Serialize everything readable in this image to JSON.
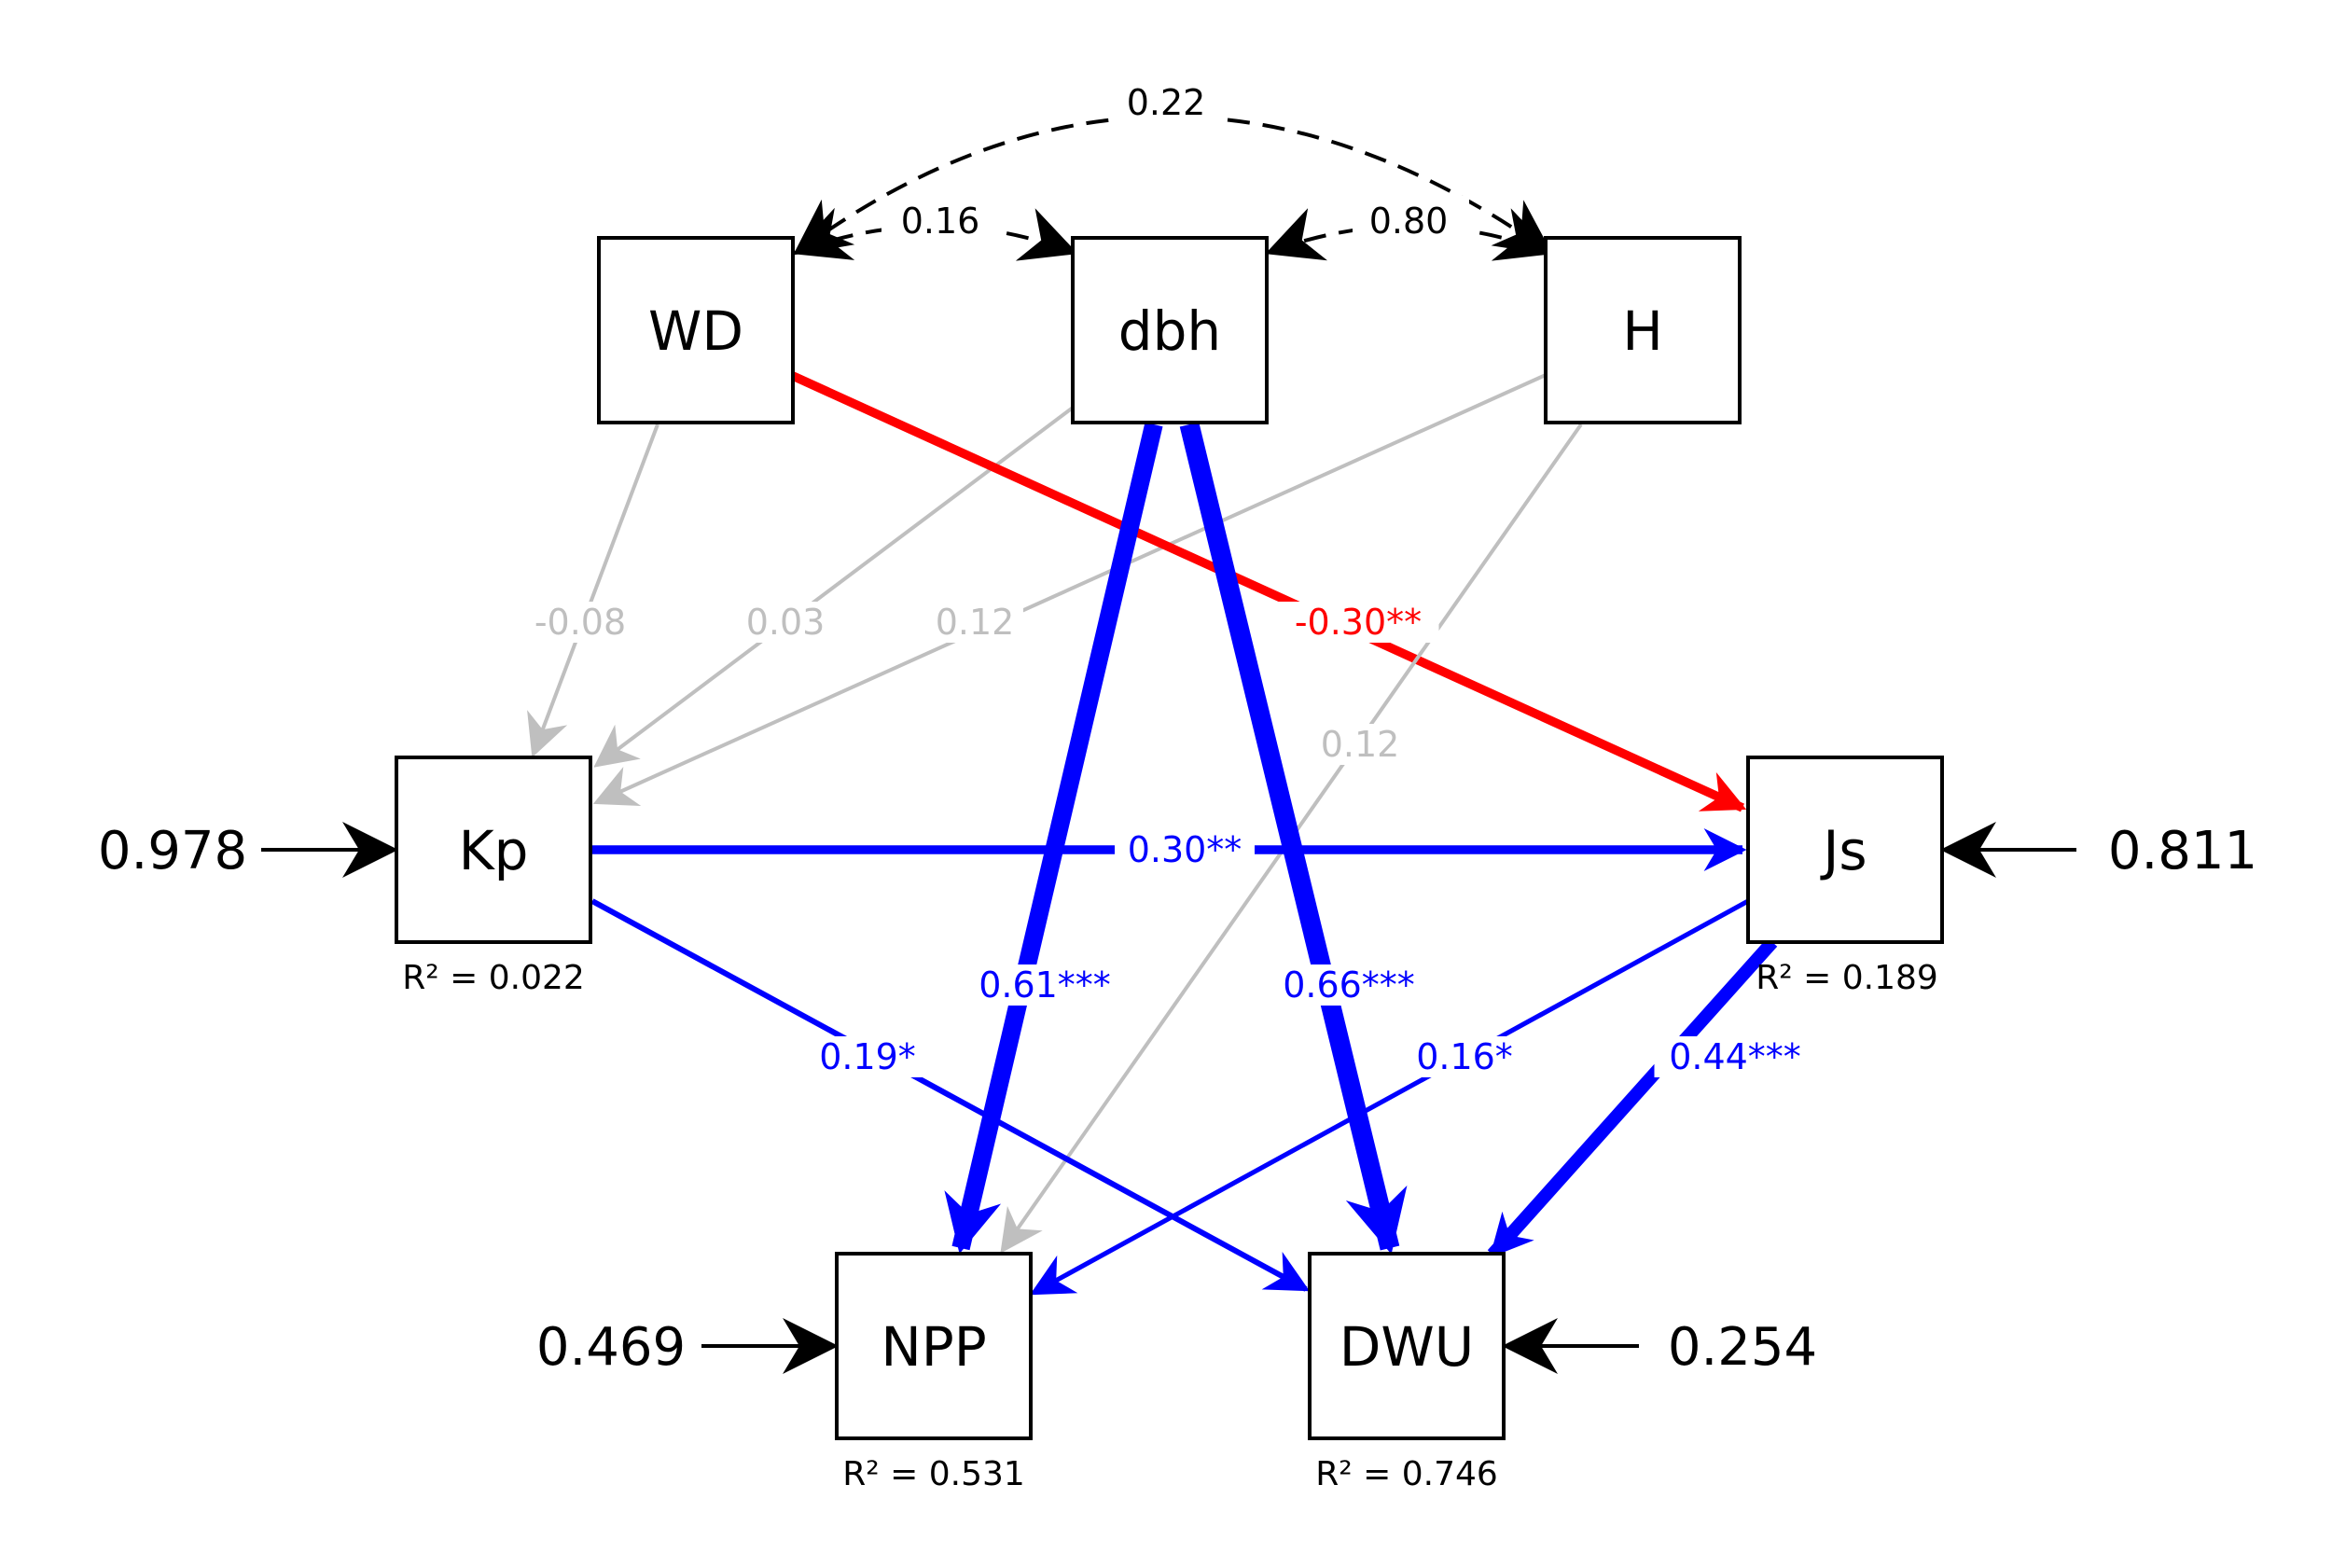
{
  "colors": {
    "positive": "#0000ff",
    "negative": "#ff0000",
    "nonsignificant": "#bfbfbf",
    "covariance": "#000000"
  },
  "nodes": {
    "WD": {
      "label": "WD"
    },
    "dbh": {
      "label": "dbh"
    },
    "H": {
      "label": "H"
    },
    "Kp": {
      "label": "Kp",
      "r2": "R² = 0.022",
      "error": "0.978"
    },
    "Js": {
      "label": "Js",
      "r2": "R² = 0.189",
      "error": "0.811"
    },
    "NPP": {
      "label": "NPP",
      "r2": "R² = 0.531",
      "error": "0.469"
    },
    "DWU": {
      "label": "DWU",
      "r2": "R² = 0.746",
      "error": "0.254"
    }
  },
  "paths": [
    {
      "id": "wd-kp",
      "from": "WD",
      "to": "Kp",
      "coefficient": -0.08,
      "label": "-0.08",
      "significance": "ns"
    },
    {
      "id": "dbh-kp",
      "from": "dbh",
      "to": "Kp",
      "coefficient": 0.03,
      "label": "0.03",
      "significance": "ns"
    },
    {
      "id": "h-kp",
      "from": "H",
      "to": "Kp",
      "coefficient": 0.12,
      "label": "0.12",
      "significance": "ns"
    },
    {
      "id": "wd-js",
      "from": "WD",
      "to": "Js",
      "coefficient": -0.3,
      "label": "-0.30**",
      "significance": "**"
    },
    {
      "id": "h-npp",
      "from": "H",
      "to": "NPP",
      "coefficient": 0.12,
      "label": "0.12",
      "significance": "ns"
    },
    {
      "id": "kp-js",
      "from": "Kp",
      "to": "Js",
      "coefficient": 0.3,
      "label": "0.30**",
      "significance": "**"
    },
    {
      "id": "dbh-npp",
      "from": "dbh",
      "to": "NPP",
      "coefficient": 0.61,
      "label": "0.61***",
      "significance": "***"
    },
    {
      "id": "dbh-dwu",
      "from": "dbh",
      "to": "DWU",
      "coefficient": 0.66,
      "label": "0.66***",
      "significance": "***"
    },
    {
      "id": "kp-dwu",
      "from": "Kp",
      "to": "DWU",
      "coefficient": 0.19,
      "label": "0.19*",
      "significance": "*"
    },
    {
      "id": "js-npp",
      "from": "Js",
      "to": "NPP",
      "coefficient": 0.16,
      "label": "0.16*",
      "significance": "*"
    },
    {
      "id": "js-dwu",
      "from": "Js",
      "to": "DWU",
      "coefficient": 0.44,
      "label": "0.44***",
      "significance": "***"
    }
  ],
  "covariances": [
    {
      "id": "wd-h",
      "between": [
        "WD",
        "H"
      ],
      "value": 0.22,
      "label": "0.22"
    },
    {
      "id": "wd-dbh",
      "between": [
        "WD",
        "dbh"
      ],
      "value": 0.16,
      "label": "0.16"
    },
    {
      "id": "dbh-h",
      "between": [
        "dbh",
        "H"
      ],
      "value": 0.8,
      "label": "0.80"
    }
  ]
}
